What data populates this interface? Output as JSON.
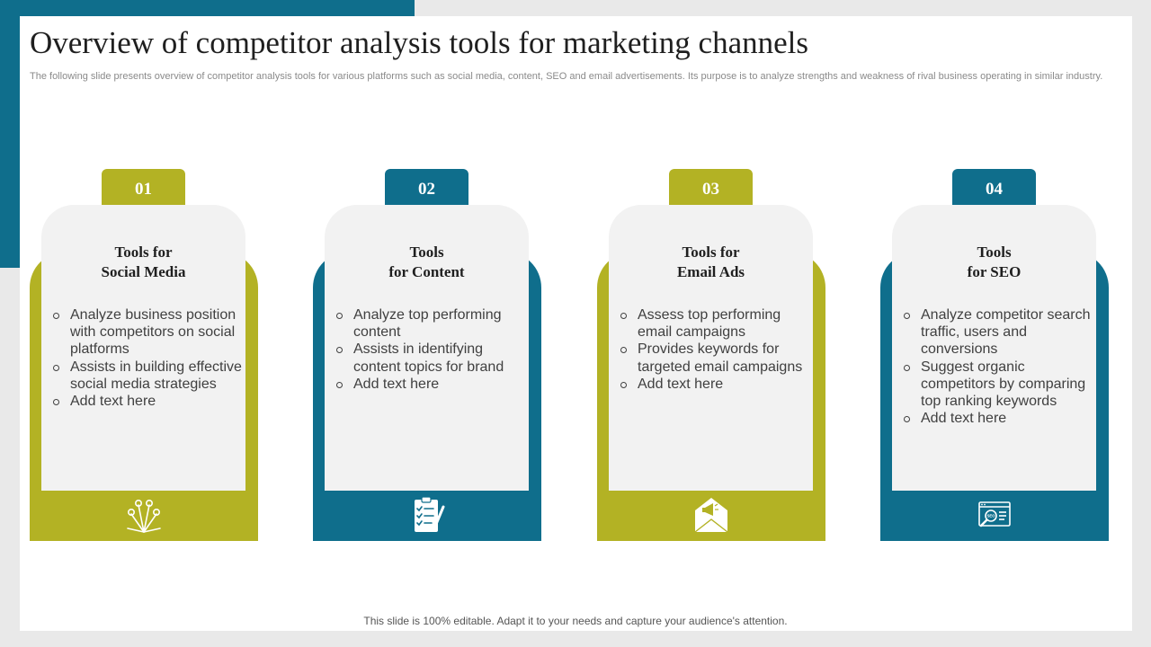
{
  "slide": {
    "title": "Overview of competitor analysis tools for marketing channels",
    "subtitle": "The following slide presents overview of competitor analysis tools for various platforms such as social media, content, SEO and email advertisements. Its purpose is to analyze strengths and weakness of rival business operating in similar industry.",
    "footer": "This slide is 100% editable. Adapt it to your needs and capture your audience's attention."
  },
  "colors": {
    "olive": "#b3b224",
    "teal": "#0f6e8c",
    "panel": "#f2f2f2"
  },
  "cards": [
    {
      "number": "01",
      "color": "olive",
      "title": [
        "Tools for",
        "Social Media"
      ],
      "bullets": [
        "Analyze business position with competitors on social platforms",
        "Assists in building effective social media strategies",
        "Add text here"
      ],
      "icon": "network-icon"
    },
    {
      "number": "02",
      "color": "teal",
      "title": [
        "Tools",
        "for Content"
      ],
      "bullets": [
        "Analyze top performing content",
        "Assists in identifying content topics for brand",
        "Add text here"
      ],
      "icon": "clipboard-checklist-icon"
    },
    {
      "number": "03",
      "color": "olive",
      "title": [
        "Tools for",
        "Email Ads"
      ],
      "bullets": [
        "Assess top performing email campaigns",
        "Provides keywords for targeted email campaigns",
        "Add text here"
      ],
      "icon": "email-megaphone-icon"
    },
    {
      "number": "04",
      "color": "teal",
      "title": [
        "Tools",
        "for SEO"
      ],
      "bullets": [
        "Analyze competitor search traffic, users and conversions",
        "Suggest organic competitors by comparing top ranking keywords",
        "Add text here"
      ],
      "icon": "seo-search-icon"
    }
  ]
}
